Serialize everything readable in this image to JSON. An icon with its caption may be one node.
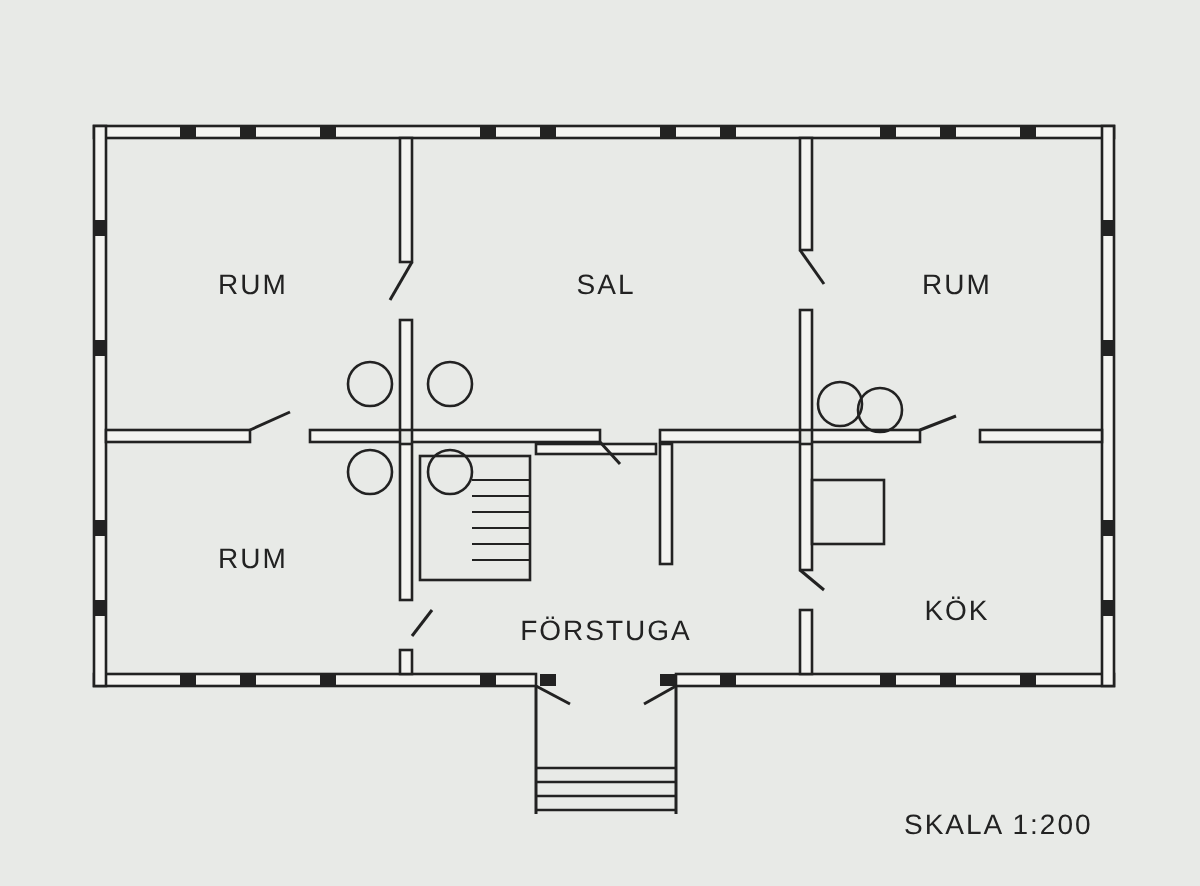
{
  "diagram": {
    "nodes": [
      {
        "text": [
          "RUM"
        ]
      },
      {
        "text": [
          "SAL"
        ]
      },
      {
        "text": [
          "RUM"
        ]
      },
      {
        "text": [
          "RUM"
        ]
      },
      {
        "text": [
          "FÖRSTUGA"
        ]
      },
      {
        "text": [
          "KÖK"
        ]
      }
    ],
    "labels": [
      "SKALA 1:200"
    ]
  }
}
